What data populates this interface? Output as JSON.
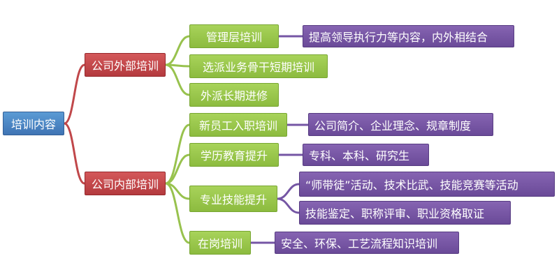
{
  "colors": {
    "root": "#4a80c0",
    "level1": "#c0474a",
    "level2": "#98c24e",
    "level3": "#7556a4",
    "link_red": "#c0474a",
    "link_green": "#98c24e",
    "link_purple": "#7556a4"
  },
  "root": {
    "label": "培训内容"
  },
  "external": {
    "label": "公司外部培训",
    "children": [
      {
        "label": "管理层培训",
        "details": [
          "提高领导执行力等内容，内外相结合"
        ]
      },
      {
        "label": "选派业务骨干短期培训",
        "details": []
      },
      {
        "label": "外派长期进修",
        "details": []
      }
    ]
  },
  "internal": {
    "label": "公司内部培训",
    "children": [
      {
        "label": "新员工入职培训",
        "details": [
          "公司简介、企业理念、规章制度"
        ]
      },
      {
        "label": "学历教育提升",
        "details": [
          "专科、本科、研究生"
        ]
      },
      {
        "label": "专业技能提升",
        "details": [
          "“师带徒”活动、技术比武、技能竞赛等活动",
          "技能鉴定、职称评审、职业资格取证"
        ]
      },
      {
        "label": "在岗培训",
        "details": [
          "安全、环保、工艺流程知识培训"
        ]
      }
    ]
  }
}
